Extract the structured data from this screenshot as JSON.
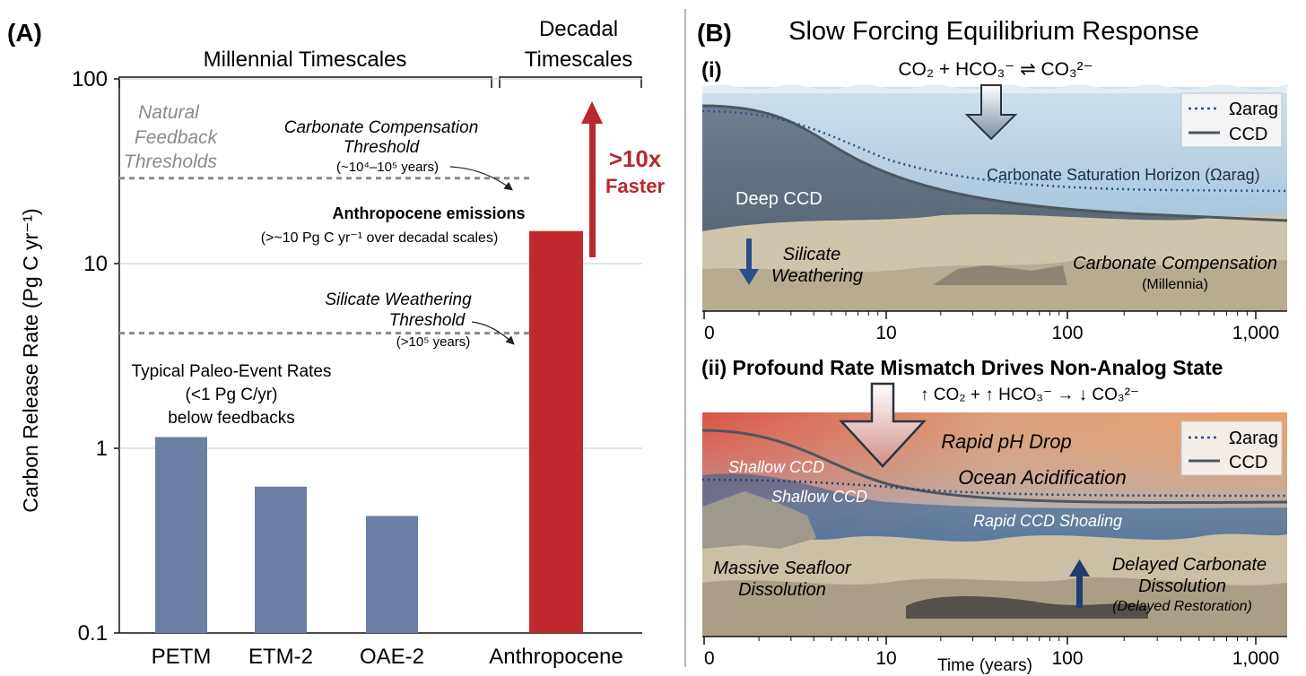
{
  "panel_a": {
    "label": "(A)",
    "bracket_millennial": "Millennial Timescales",
    "bracket_decadal_1": "Decadal",
    "bracket_decadal_2": "Timescales",
    "natural_feedback": [
      "Natural",
      "Feedback",
      "Thresholds"
    ],
    "cct_lines": [
      "Carbonate Compensation",
      "Threshold",
      "(~10⁴–10⁵ years)"
    ],
    "swt_lines": [
      "Silicate Weathering",
      "Threshold",
      "(>10⁵ years)"
    ],
    "anthro_lines": [
      "Anthropocene emissions",
      "(>~10 Pg C yr⁻¹ over decadal scales)"
    ],
    "paleo_lines": [
      "Typical Paleo-Event Rates",
      "(<1 Pg C/yr)",
      "below feedbacks"
    ],
    "faster_1": ">10x",
    "faster_2": "Faster"
  },
  "chart_data": {
    "type": "bar",
    "ylabel": "Carbon Release Rate (Pg C yr⁻¹)",
    "yscale": "log",
    "ylim": [
      0.1,
      100
    ],
    "yticks": [
      "100",
      "10",
      "1",
      "0.1"
    ],
    "yticks_values": [
      100,
      10,
      1,
      0.1
    ],
    "categories": [
      "PETM",
      "ETM-2",
      "OAE-2",
      "Anthropocene"
    ],
    "values": [
      1.15,
      0.62,
      0.43,
      15
    ],
    "colors": [
      "#6a7fa3",
      "#6a7fa3",
      "#6a7fa3",
      "#c0282d"
    ],
    "thresholds": [
      {
        "name": "Carbonate Compensation Threshold",
        "value": 29
      },
      {
        "name": "Silicate Weathering Threshold",
        "value": 4.2
      }
    ],
    "grid": true
  },
  "panel_b": {
    "label": "(B)",
    "title": "Slow Forcing Equilibrium Response",
    "i": {
      "label": "(i)",
      "equation": "CO₂ + HCO₃⁻ ⇌ CO₃²⁻",
      "deep_ccd": "Deep CCD",
      "horizon": "Carbonate Saturation Horizon (Ωarag)",
      "silicate_1": "Silicate",
      "silicate_2": "Weathering",
      "carb_comp": "Carbonate Compensation",
      "millennia": "(Millennia)",
      "legend_omega": "Ωarag",
      "legend_ccd": "CCD",
      "xticks": [
        "0",
        "10",
        "100",
        "1,000"
      ]
    },
    "ii": {
      "title": "(ii)  Profound Rate Mismatch Drives Non-Analog State",
      "equation": "↑ CO₂ + ↑ HCO₃⁻ → ↓ CO₃²⁻",
      "ph_drop": "Rapid pH Drop",
      "acidification": "Ocean Acidification",
      "shallow_1": "Shallow CCD",
      "shallow_2": "Shallow CCD",
      "shoaling": "Rapid CCD Shoaling",
      "massive_1": "Massive Seafloor",
      "massive_2": "Dissolution",
      "delayed_1": "Delayed Carbonate",
      "delayed_2": "Dissolution",
      "delayed_3": "(Delayed Restoration)",
      "legend_omega": "Ωarag",
      "legend_ccd": "CCD",
      "xticks": [
        "0",
        "10",
        "100",
        "1,000"
      ],
      "xlabel": "Time (years)"
    }
  }
}
